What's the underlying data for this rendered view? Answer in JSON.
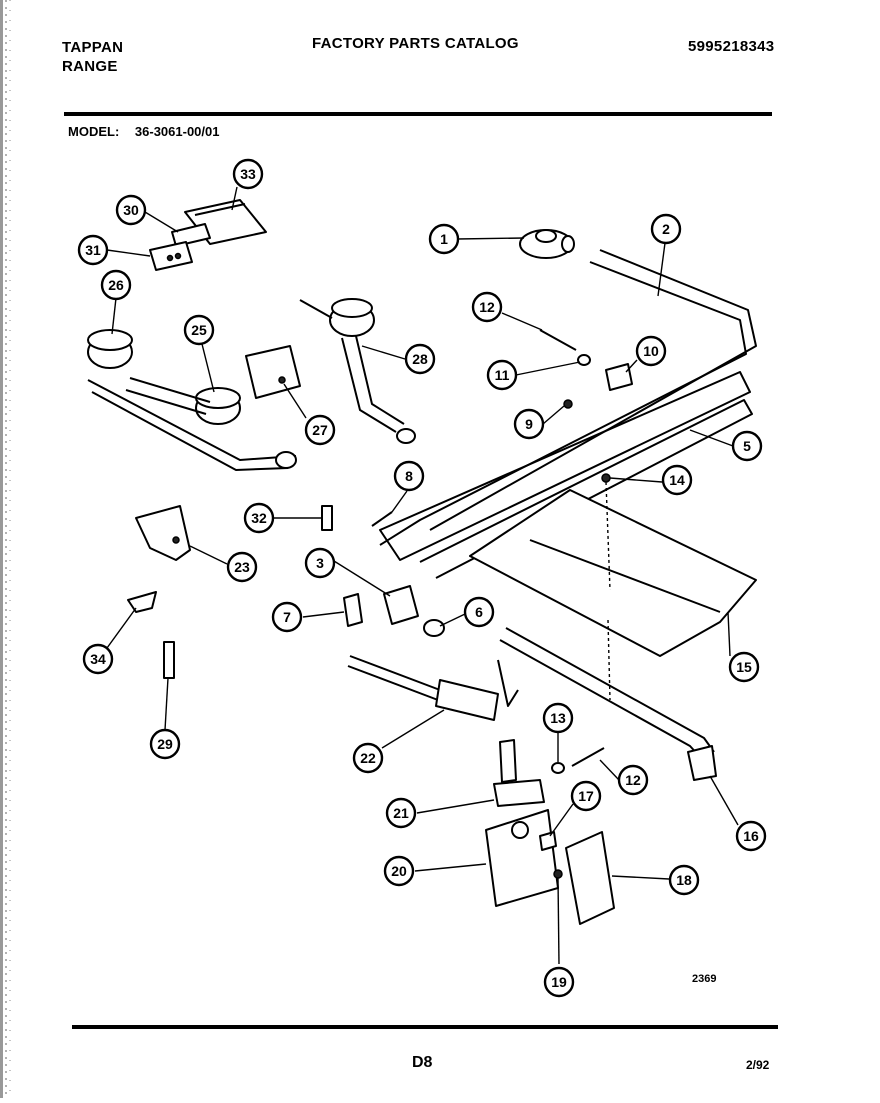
{
  "header": {
    "brand_line1": "TAPPAN",
    "brand_line2": "RANGE",
    "title": "FACTORY PARTS CATALOG",
    "catalog_number": "5995218343"
  },
  "model": {
    "label": "MODEL:",
    "value": "36-3061-00/01"
  },
  "diagram": {
    "drawing_number": "2369",
    "callouts": [
      "1",
      "2",
      "3",
      "5",
      "6",
      "7",
      "8",
      "9",
      "10",
      "11",
      "12",
      "12",
      "13",
      "14",
      "15",
      "16",
      "17",
      "18",
      "19",
      "20",
      "21",
      "22",
      "23",
      "25",
      "26",
      "27",
      "28",
      "29",
      "30",
      "31",
      "32",
      "33",
      "34"
    ]
  },
  "footer": {
    "page_code": "D8",
    "date": "2/92"
  }
}
